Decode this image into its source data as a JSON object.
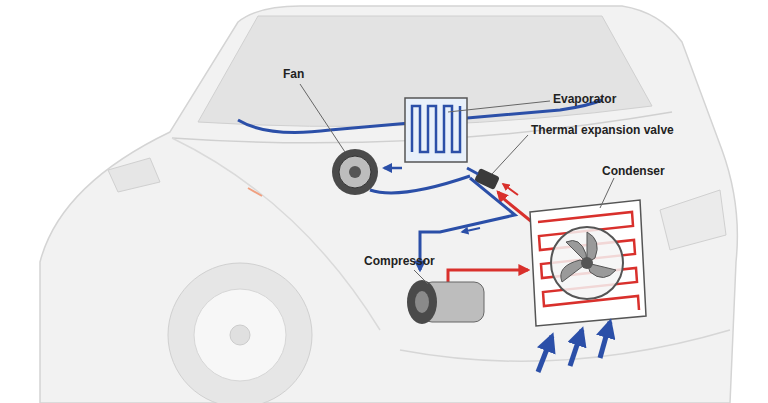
{
  "diagram": {
    "labels": [
      "Fan",
      "Evaporator",
      "Thermal expansion valve",
      "Condenser",
      "Compressor"
    ]
  }
}
